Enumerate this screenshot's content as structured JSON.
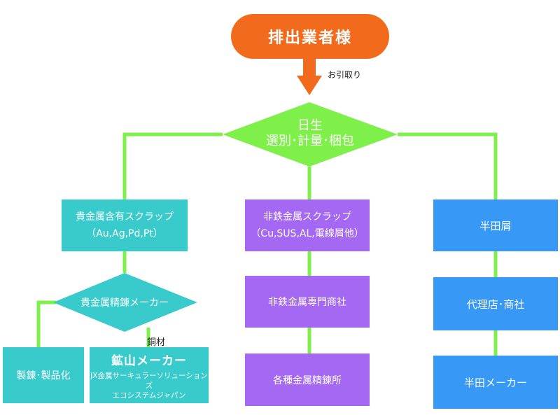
{
  "colors": {
    "orange": "#f26a1b",
    "green": "#7ff04a",
    "teal": "#39cbcb",
    "purple": "#a468f2",
    "blue": "#3799f5"
  },
  "start": {
    "label": "排出業者様"
  },
  "edge_label_pickup": "お引取り",
  "center": {
    "line1": "日生",
    "line2": "選別･計量･梱包"
  },
  "left": {
    "top_line1": "貴金属含有スクラップ",
    "top_line2": "（Au,Ag,Pd,Pt）",
    "decision": "貴金属精錬メーカー",
    "copper_label": "銅材",
    "refining": "製錬･製品化",
    "mining_title": "鉱山メーカー",
    "mining_sub1": "JX金属サーキュラーソリューションズ",
    "mining_sub2": "エコシステムジャパン"
  },
  "middle": {
    "top_line1": "非鉄金属スクラップ",
    "top_line2": "（Cu,SUS,AL,電線屑他）",
    "trader": "非鉄金属専門商社",
    "refinery": "各種金属精錬所"
  },
  "right": {
    "top": "半田屑",
    "agent": "代理店･商社",
    "maker": "半田メーカー"
  }
}
